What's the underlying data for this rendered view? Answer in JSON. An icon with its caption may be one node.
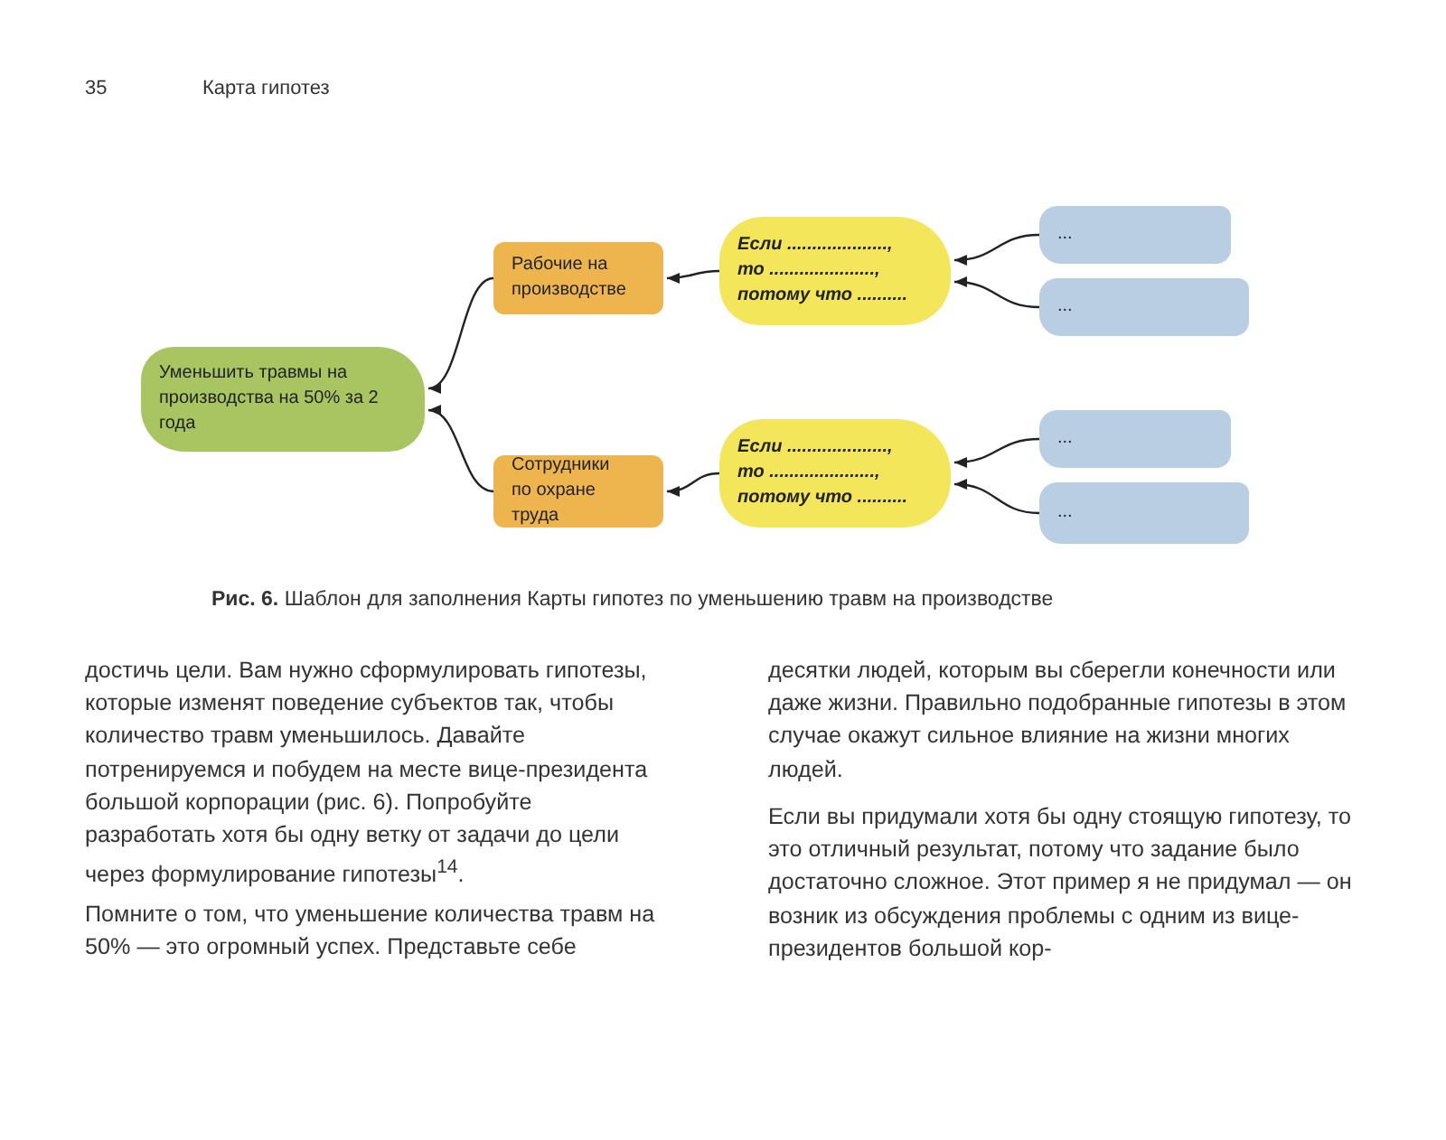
{
  "diagram": {
    "caption": "**Рис. 6.** Шаблон для заполнения Карты гипотез по уменьшению травм на производстве",
    "nodes": [
      {
        "text": [
          "Уменьшить травмы на производства на 50% за 2 года"
        ]
      },
      {
        "text": [
          "Рабочие на производстве"
        ]
      },
      {
        "text": [
          "Сотрудники по охране труда"
        ]
      },
      {
        "text": [
          "Если ....................,",
          "то .....................,",
          "потому что .........."
        ]
      },
      {
        "text": [
          "Если ....................,",
          "то .....................,",
          "потому что .........."
        ]
      },
      {
        "text": [
          "..."
        ]
      },
      {
        "text": [
          "..."
        ]
      },
      {
        "text": [
          "..."
        ]
      },
      {
        "text": [
          "..."
        ]
      }
    ],
    "edges": [
      {
        "from": 1,
        "to": 0,
        "arrow": "to"
      },
      {
        "from": 2,
        "to": 0,
        "arrow": "to"
      },
      {
        "from": 3,
        "to": 1,
        "arrow": "to"
      },
      {
        "from": 4,
        "to": 2,
        "arrow": "to"
      },
      {
        "from": 5,
        "to": 3,
        "arrow": "to"
      },
      {
        "from": 6,
        "to": 3,
        "arrow": "to"
      },
      {
        "from": 7,
        "to": 4,
        "arrow": "to"
      },
      {
        "from": 8,
        "to": 4,
        "arrow": "to"
      }
    ],
    "labels": [
      "35",
      "Карта гипотез",
      "достичь цели. Вам нужно сформулировать гипотезы, которые изменят поведение субъектов так, чтобы количество травм уменьшилось. Давайте потренируемся и побудем на месте вице-президента большой корпорации (рис. 6). Попробуйте разработать хотя бы одну ветку от задачи до цели через формулирование гипотезы$^{14}$.",
      "Помните о том, что уменьшение количества травм на 50% — это огромный успех. Представьте себе",
      "десятки людей, которым вы сберегли конечности или даже жизни. Правильно подобранные гипотезы в этом случае окажут сильное влияние на жизни многих людей.",
      "Если вы придумали хотя бы одну стоящую гипотезу, то это отличный результат, потому что задание было достаточно сложное. Этот пример я не придумал — он возник из обсуждения проблемы с одним из вице-президентов большой кор-"
    ]
  }
}
